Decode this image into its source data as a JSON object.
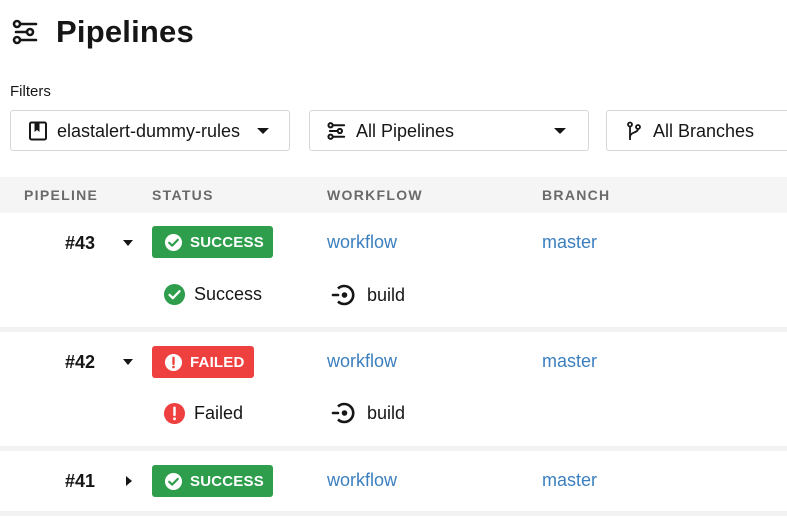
{
  "header": {
    "title": "Pipelines",
    "icon": "pipelines-icon"
  },
  "filters": {
    "label": "Filters",
    "project": {
      "value": "elastalert-dummy-rules",
      "icon": "bookmark-repo-icon"
    },
    "pipelines": {
      "value": "All Pipelines",
      "icon": "pipelines-icon"
    },
    "branches": {
      "value": "All Branches",
      "icon": "branch-icon"
    }
  },
  "table": {
    "columns": {
      "pipeline": "PIPELINE",
      "status": "STATUS",
      "workflow": "WORKFLOW",
      "branch": "BRANCH"
    }
  },
  "rows": [
    {
      "number": "#43",
      "expanded": true,
      "status": {
        "label": "SUCCESS",
        "kind": "success"
      },
      "workflow": "workflow",
      "branch": "master",
      "job": {
        "status_label": "Success",
        "kind": "success",
        "name": "build"
      }
    },
    {
      "number": "#42",
      "expanded": true,
      "status": {
        "label": "FAILED",
        "kind": "failed"
      },
      "workflow": "workflow",
      "branch": "master",
      "job": {
        "status_label": "Failed",
        "kind": "failed",
        "name": "build"
      }
    },
    {
      "number": "#41",
      "expanded": false,
      "status": {
        "label": "SUCCESS",
        "kind": "success"
      },
      "workflow": "workflow",
      "branch": "master"
    }
  ],
  "colors": {
    "success": "#2e9e4d",
    "failed": "#ef4040",
    "link": "#3b7fbf",
    "text": "#161616"
  }
}
